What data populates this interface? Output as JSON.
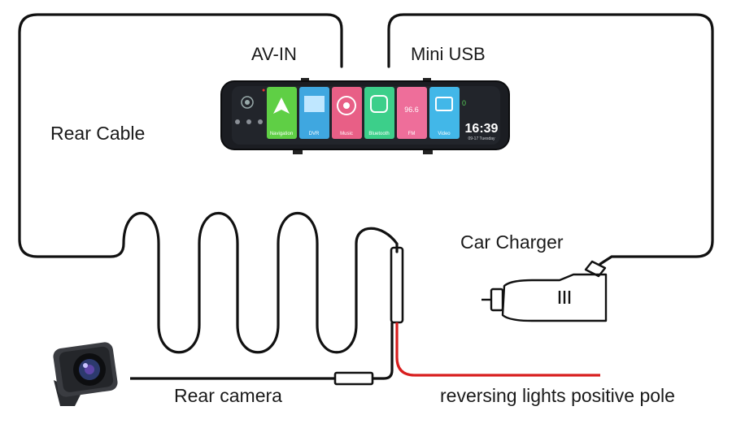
{
  "labels": {
    "av_in": "AV-IN",
    "mini_usb": "Mini USB",
    "rear_cable": "Rear Cable",
    "car_charger": "Car Charger",
    "rear_camera": "Rear camera",
    "reversing": "reversing lights positive pole"
  },
  "mirror": {
    "apps": [
      {
        "label": "Navigation",
        "color": "#5fcf45"
      },
      {
        "label": "DVR",
        "color": "#3fa7e0"
      },
      {
        "label": "Music",
        "color": "#e85f86"
      },
      {
        "label": "Bluetooth",
        "color": "#3ccf8a"
      },
      {
        "label": "FM",
        "color": "#ee6e9a"
      },
      {
        "label": "Video",
        "color": "#42b7e8"
      }
    ],
    "clock": "16:39",
    "date": "09-17 Tuesday",
    "fm_freq": "96.6"
  },
  "colors": {
    "wire": "#111111",
    "positive_wire": "#d81e1e",
    "mirror_body": "#1b1d22"
  }
}
